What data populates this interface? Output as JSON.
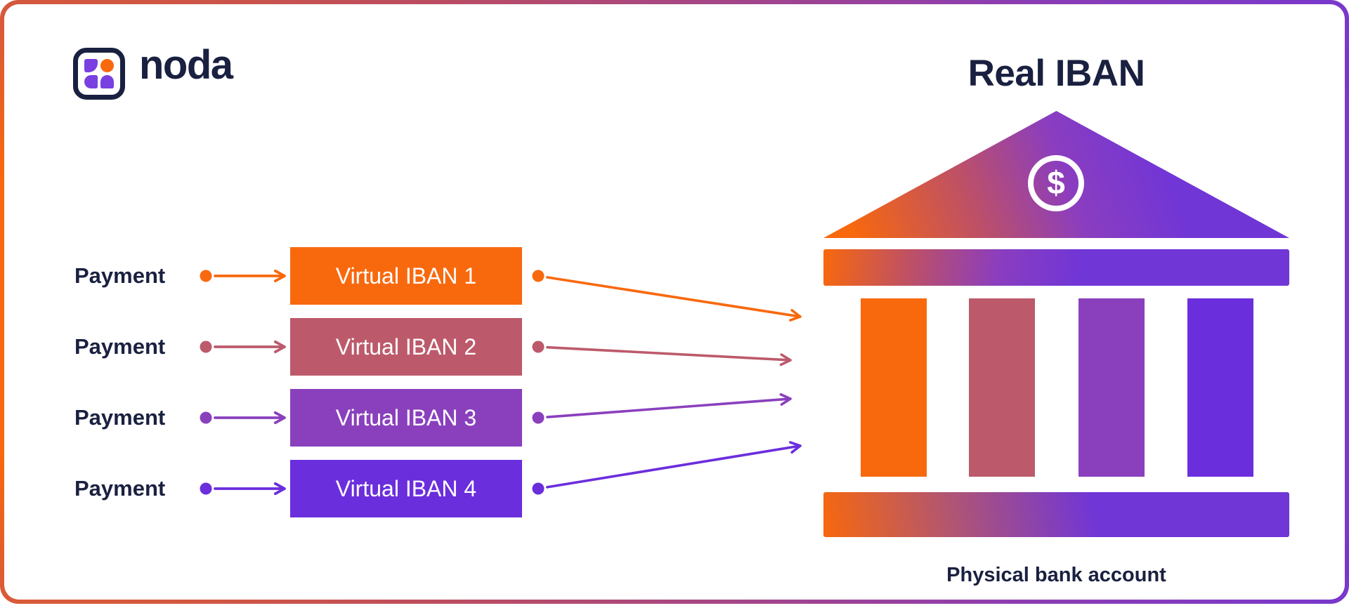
{
  "logo": {
    "brand": "noda"
  },
  "headings": {
    "real_iban": "Real IBAN"
  },
  "rows": [
    {
      "label": "Payment",
      "box_label": "Virtual IBAN 1",
      "color": "orange"
    },
    {
      "label": "Payment",
      "box_label": "Virtual IBAN 2",
      "color": "rose"
    },
    {
      "label": "Payment",
      "box_label": "Virtual IBAN 3",
      "color": "purple"
    },
    {
      "label": "Payment",
      "box_label": "Virtual IBAN 4",
      "color": "violet"
    }
  ],
  "bank": {
    "dollar_symbol": "$",
    "caption": "Physical bank account",
    "columns": [
      "orange",
      "rose",
      "purple",
      "violet"
    ]
  },
  "palette": {
    "orange": "#F8690E",
    "rose": "#BC5A6B",
    "purple": "#8A40BD",
    "violet": "#6B2EDD",
    "navy": "#1A2040",
    "logo_purple": "#7A3FE0",
    "white": "#FFFFFF"
  },
  "gradients": {
    "frame": {
      "type": "radial",
      "shape": "140% 230% at 0% 52%",
      "stops": [
        "#F8680D 0%",
        "#F8680D 10%",
        "#BE4E5C 30%",
        "#8C3DB2 58%",
        "#7537D2 78%",
        "#7537D2 100%"
      ]
    },
    "pediment": {
      "type": "linear",
      "angle": "70deg",
      "stops": [
        "#F8680D 6%",
        "#C05162 30%",
        "#8A3DC0 52%",
        "#7136D6 72%",
        "#6F34D4 100%"
      ]
    },
    "architrave": {
      "type": "linear",
      "angle": "95deg",
      "stops": [
        "#F8680D 0%",
        "#C05162 18%",
        "#8A3DC0 38%",
        "#7136D6 55%",
        "#7136D6 100%"
      ]
    },
    "basebar": {
      "type": "linear",
      "angle": "80deg",
      "stops": [
        "#F8680D 0%",
        "#B05573 28%",
        "#7136D6 58%",
        "#7136D6 100%"
      ]
    }
  }
}
